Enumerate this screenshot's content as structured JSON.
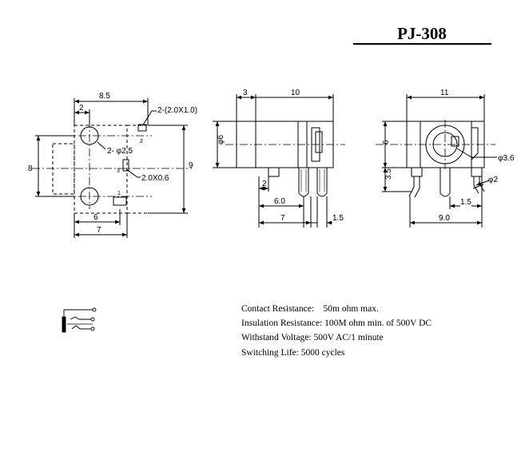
{
  "title": "PJ-308",
  "specs": [
    "Contact Resistance:    50m ohm max.",
    "Insulation Resistance: 100M ohm min. of 500V DC",
    "Withstand Voltage: 500V AC/1 minute",
    "Switching Life: 5000 cycles"
  ],
  "bottom_view": {
    "dim_top": "8.5",
    "dim_top_left": "2",
    "dim_pin_note": "2-(2.0X1.0)",
    "dim_hole": "2- φ2.5",
    "dim_slot": "2.0X0.6",
    "dim_left": "8",
    "dim_right": "9",
    "dim_bottom_inner": "6",
    "dim_bottom_outer": "7",
    "pin_1": "1",
    "pin_2": "2",
    "pin_3": "3"
  },
  "side_view": {
    "dim_top_left": "3",
    "dim_top_right": "10",
    "dim_left": "φ6",
    "dim_pin_width": "2",
    "dim_pin_offset": "6.0",
    "dim_overall": "7",
    "dim_pin_pitch": "1.5"
  },
  "front_view": {
    "dim_top": "11",
    "dim_center_height": "6",
    "dim_bore": "φ3.6",
    "dim_pin_height": "3.5",
    "dim_pin_dia": "φ2",
    "dim_pin_pitch": "1.5",
    "dim_bottom": "9.0"
  }
}
